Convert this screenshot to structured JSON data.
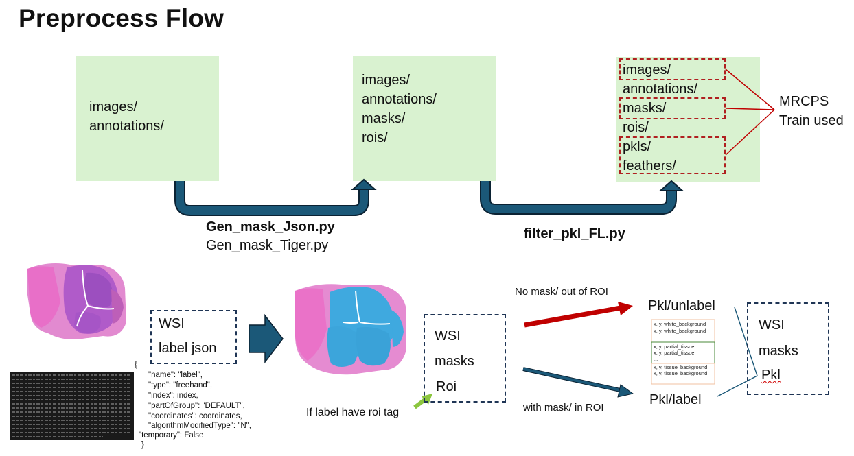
{
  "title": "Preprocess Flow",
  "box1": {
    "lines": [
      "images/",
      "annotations/"
    ]
  },
  "box2": {
    "lines": [
      "images/",
      "annotations/",
      "masks/",
      "rois/"
    ]
  },
  "box3": {
    "lines": [
      "images/",
      "annotations/",
      "masks/",
      "rois/",
      "pkls/",
      "feathers/"
    ]
  },
  "mrcps": {
    "line1": "MRCPS",
    "line2": "Train used"
  },
  "scripts": {
    "gen_mask_json": "Gen_mask_Json.py",
    "gen_mask_tiger": "Gen_mask_Tiger.py",
    "filter": "filter_pkl_FL.py"
  },
  "wsi_box1": {
    "line1": "WSI",
    "line2": "label json"
  },
  "wsi_box2": {
    "line1": "WSI",
    "line2": "masks",
    "line3": "Roi"
  },
  "wsi_box3": {
    "line1": "WSI",
    "line2": "masks",
    "line3": "Pkl"
  },
  "roi_note": "If label have roi tag",
  "no_mask": "No mask/ out of ROI",
  "with_mask": "with mask/ in ROI",
  "pkl_unlabel": "Pkl/unlabel",
  "pkl_label": "Pkl/label",
  "pkl_table": {
    "group1": [
      "x, y, white_background",
      "x, y, white_background",
      "..."
    ],
    "group2": [
      "x, y, partial_tissue",
      "x, y, partial_tissue",
      "..."
    ],
    "group3": [
      "x, y, tissue_background",
      "x, y, tissue_background",
      "..."
    ]
  },
  "json_snippet": {
    "open": "{",
    "name": "\"name\": \"label\",",
    "type": "\"type\": \"freehand\",",
    "index": "\"index\": index,",
    "partOfGroup": "\"partOfGroup\": \"DEFAULT\",",
    "coordinates": "\"coordinates\": coordinates,",
    "algorithm": "\"algorithmModifiedType\": \"N\",",
    "temporary": "\"temporary\": False",
    "close": "}"
  },
  "colors": {
    "green_box": "#d9f2d0",
    "blue_arrow": "#1b5878",
    "red_arrow": "#c00000",
    "dark_dash": "#1f3555"
  }
}
